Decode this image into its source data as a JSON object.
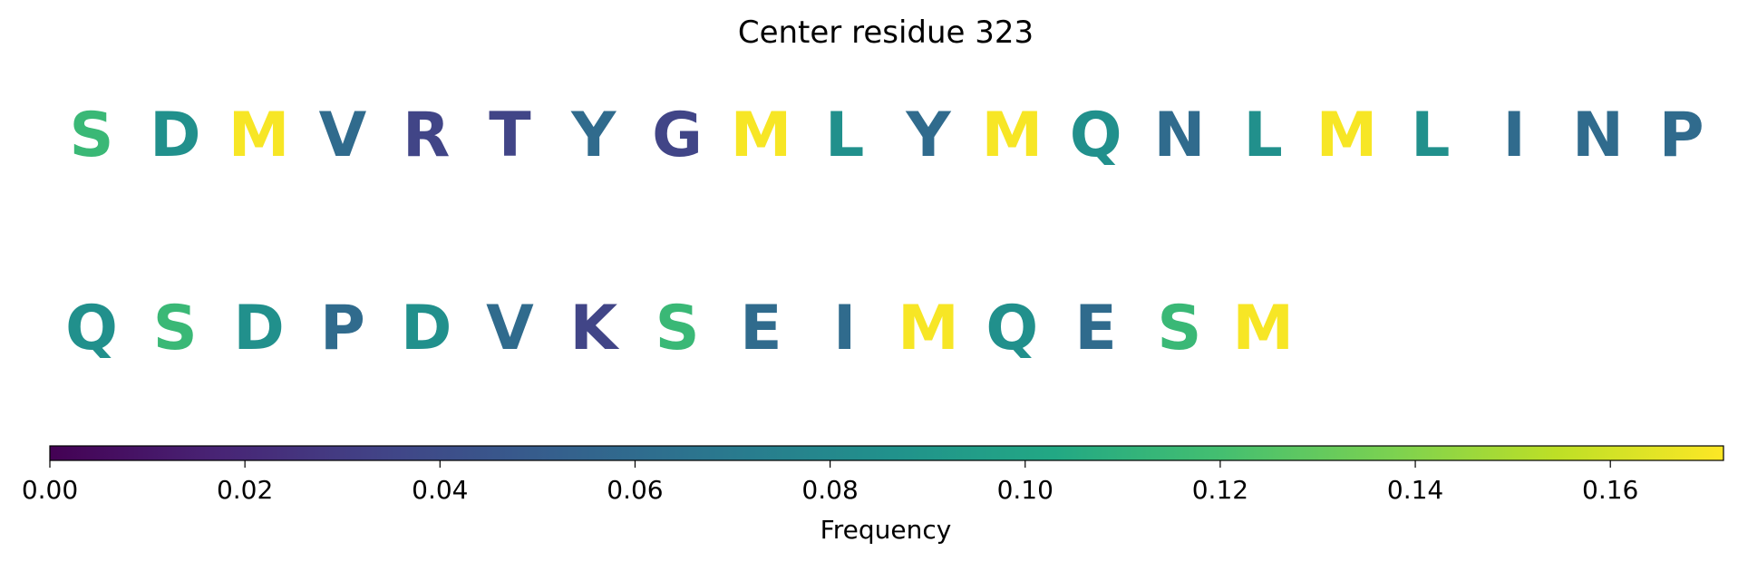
{
  "chart_data": {
    "type": "sequence-logo",
    "title": "Center residue 323",
    "colormap": "viridis",
    "rows": [
      {
        "letters": [
          "S",
          "D",
          "M",
          "V",
          "R",
          "T",
          "Y",
          "G",
          "M",
          "L",
          "Y",
          "M",
          "Q",
          "N",
          "L",
          "M",
          "L",
          "I",
          "N",
          "P"
        ],
        "values": [
          0.115,
          0.085,
          0.17,
          0.06,
          0.035,
          0.035,
          0.06,
          0.035,
          0.17,
          0.085,
          0.06,
          0.17,
          0.085,
          0.06,
          0.085,
          0.17,
          0.085,
          0.06,
          0.06,
          0.06
        ]
      },
      {
        "letters": [
          "Q",
          "S",
          "D",
          "P",
          "D",
          "V",
          "K",
          "S",
          "E",
          "I",
          "M",
          "Q",
          "E",
          "S",
          "M"
        ],
        "values": [
          0.085,
          0.115,
          0.085,
          0.06,
          0.085,
          0.06,
          0.035,
          0.115,
          0.06,
          0.06,
          0.17,
          0.085,
          0.06,
          0.115,
          0.17
        ]
      }
    ],
    "colorbar": {
      "label": "Frequency",
      "range": [
        0,
        0.1716
      ],
      "ticks": [
        0.0,
        0.02,
        0.04,
        0.06,
        0.08,
        0.1,
        0.12,
        0.14,
        0.16
      ],
      "tick_labels": [
        "0.00",
        "0.02",
        "0.04",
        "0.06",
        "0.08",
        "0.10",
        "0.12",
        "0.14",
        "0.16"
      ]
    }
  }
}
